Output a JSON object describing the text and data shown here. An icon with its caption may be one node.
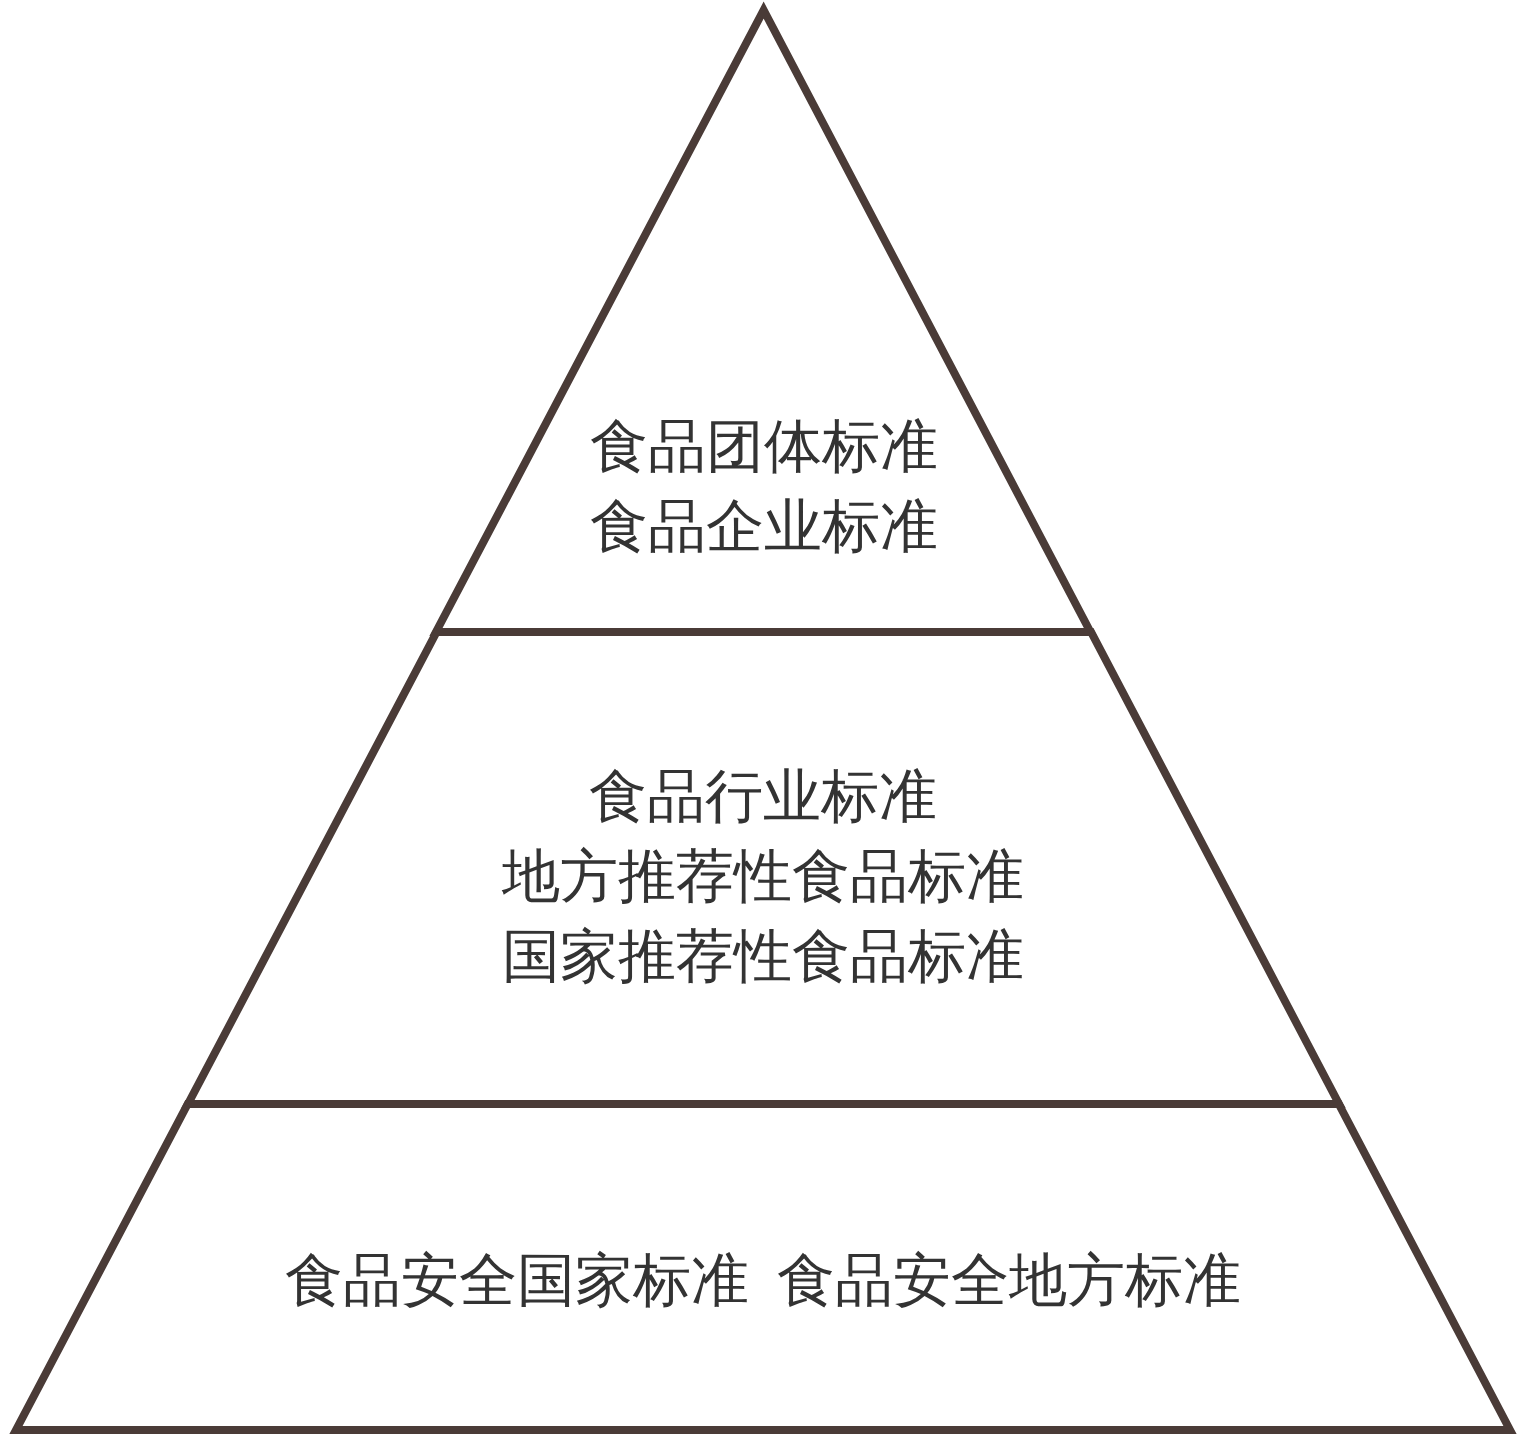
{
  "diagram": {
    "nodes": [
      {
        "text": [
          "食品团体标准",
          "食品企业标准"
        ]
      },
      {
        "text": [
          "食品行业标准",
          "地方推荐性食品标准",
          "国家推荐性食品标准"
        ]
      },
      {
        "text": [
          "食品安全国家标准",
          "食品安全地方标准"
        ]
      }
    ],
    "edges": []
  }
}
